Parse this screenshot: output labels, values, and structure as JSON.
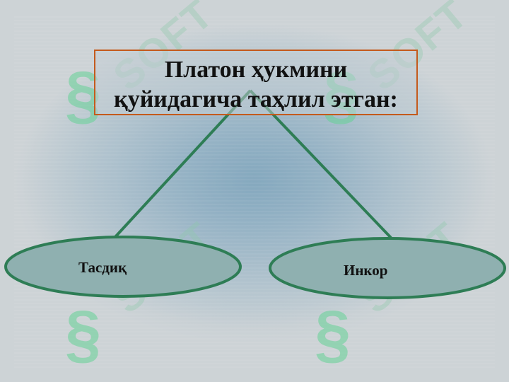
{
  "title": {
    "line1": "Платон ҳукмини",
    "line2": "қуйидагича таҳлил этган:"
  },
  "nodes": {
    "left": "Тасдиқ",
    "right": "Инкор"
  },
  "watermark": {
    "text": "SOFT",
    "logo_glyph": "§"
  },
  "colors": {
    "title_border": "#c45a1c",
    "lines": "#2e7d55",
    "ellipse_fill": "#8fb0b0",
    "ellipse_border": "#2e7d55"
  }
}
